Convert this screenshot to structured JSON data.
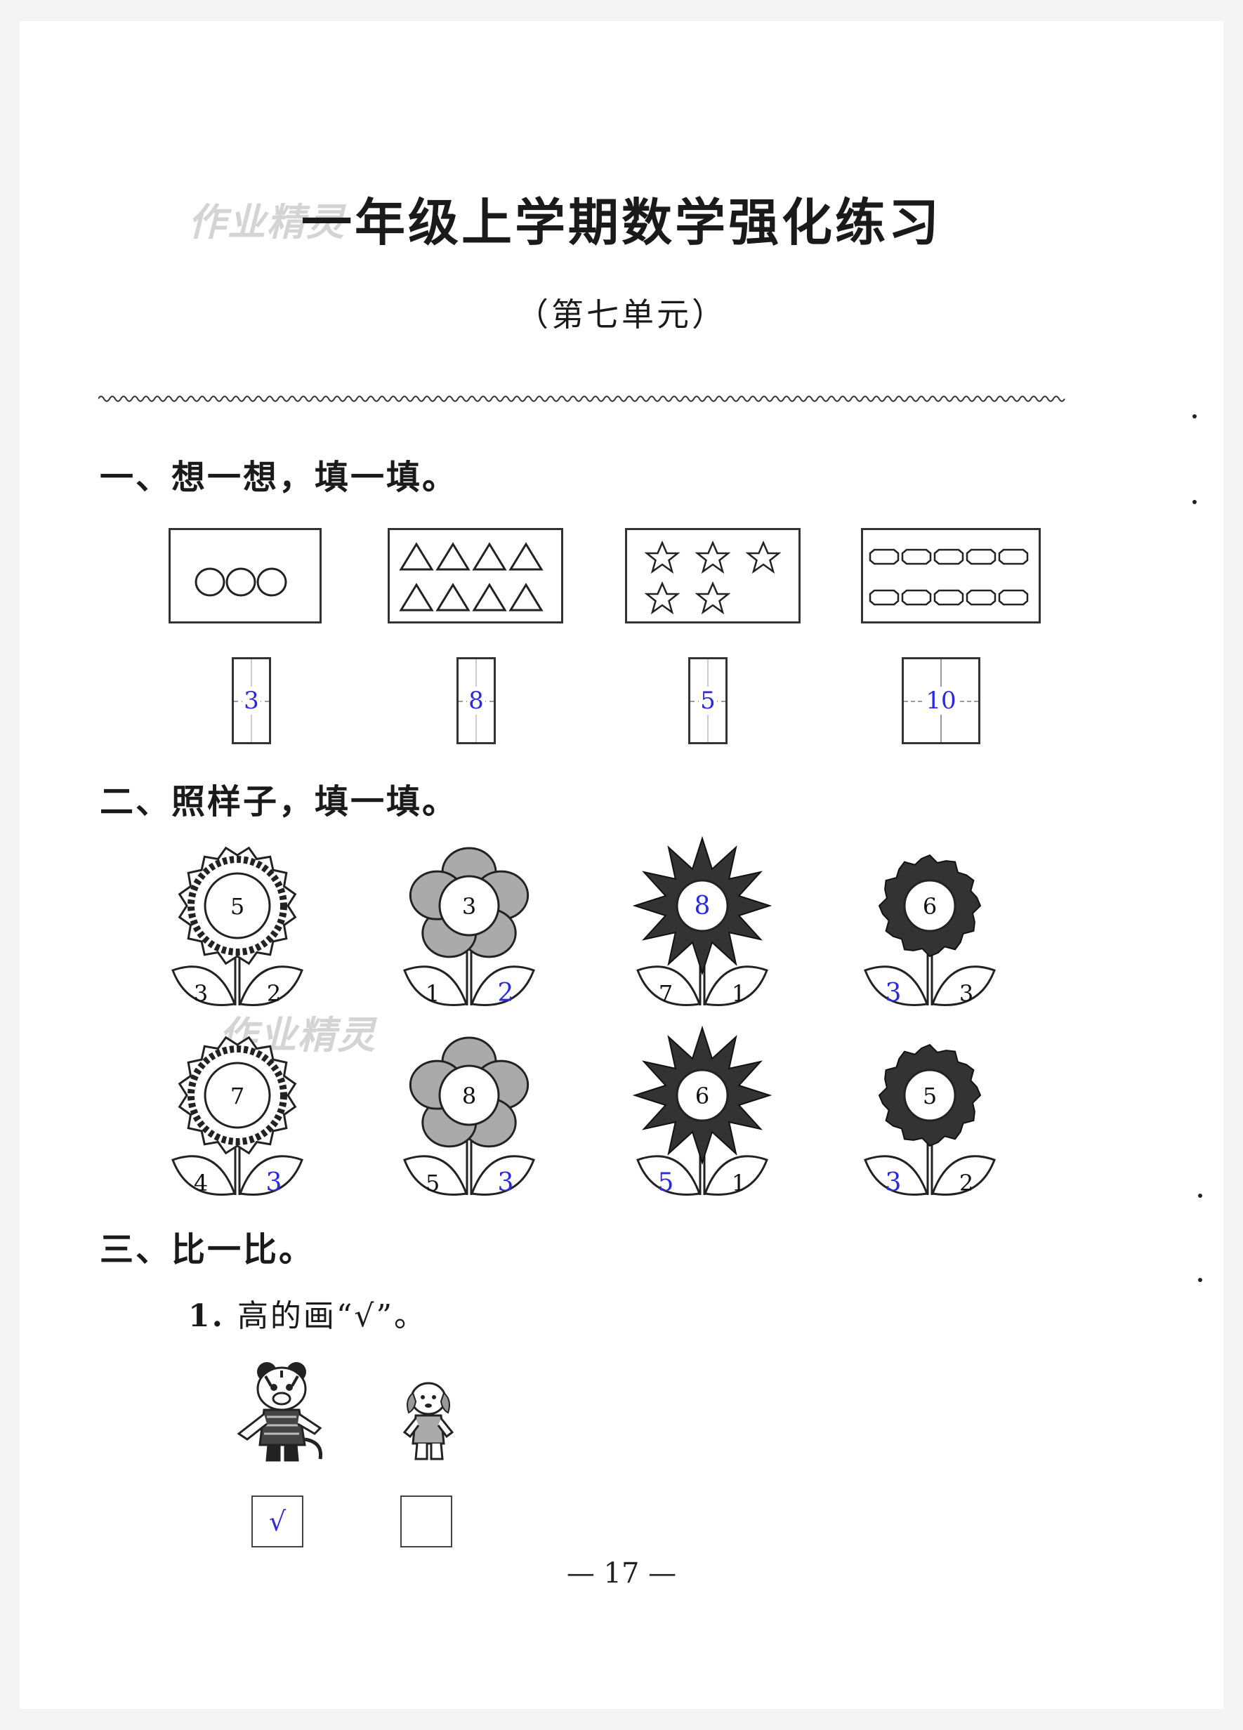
{
  "header": {
    "title": "一年级上学期数学强化练习",
    "subtitle": "（第七单元）",
    "watermark": "作业精灵"
  },
  "section1": {
    "heading": "一、想一想，填一填。",
    "groups": [
      {
        "shape": "circle-icon",
        "count": "3"
      },
      {
        "shape": "triangle-icon",
        "count": "8"
      },
      {
        "shape": "star-icon",
        "count": "5"
      },
      {
        "shape": "rounded-rect-icon",
        "count": "10"
      }
    ]
  },
  "section2": {
    "heading": "二、照样子，填一填。",
    "flowers": [
      {
        "type": "sunflower",
        "center": "5",
        "left": "3",
        "right": "2",
        "filled": "none"
      },
      {
        "type": "petal",
        "center": "3",
        "left": "1",
        "right": "2",
        "filled": "right"
      },
      {
        "type": "star",
        "center": "8",
        "left": "7",
        "right": "1",
        "filled": "center"
      },
      {
        "type": "jagged",
        "center": "6",
        "left": "3",
        "right": "3",
        "filled": "left"
      },
      {
        "type": "sunflower",
        "center": "7",
        "left": "4",
        "right": "3",
        "filled": "right"
      },
      {
        "type": "petal",
        "center": "8",
        "left": "5",
        "right": "3",
        "filled": "right"
      },
      {
        "type": "star",
        "center": "6",
        "left": "5",
        "right": "1",
        "filled": "left"
      },
      {
        "type": "jagged",
        "center": "5",
        "left": "3",
        "right": "2",
        "filled": "left"
      }
    ]
  },
  "section3": {
    "heading": "三、比一比。",
    "q1_number": "1.",
    "q1_text": "高的画“√”。",
    "answers": [
      {
        "character": "tiger-icon",
        "mark": "√"
      },
      {
        "character": "dog-icon",
        "mark": ""
      }
    ]
  },
  "footer": {
    "page_number": "— 17 —"
  },
  "colors": {
    "answer_blue": "#2a2ae0",
    "ink": "#1a1a1a"
  }
}
